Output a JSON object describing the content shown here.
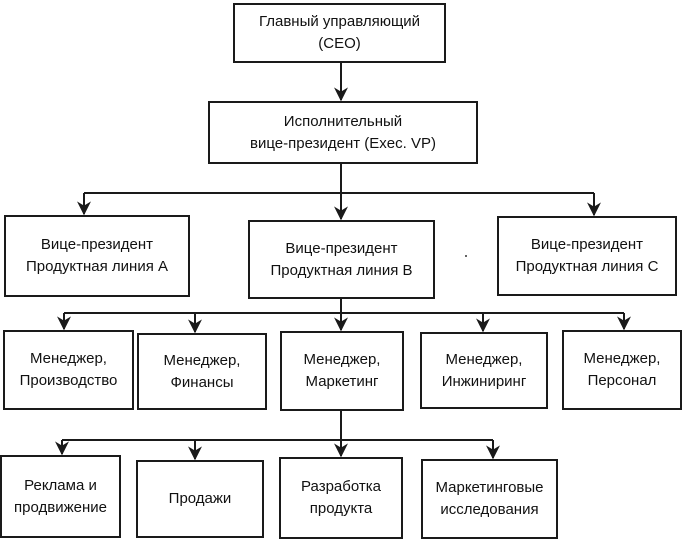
{
  "chart": {
    "ceo": {
      "line1": "Главный управляющий",
      "line2": "(СЕО)"
    },
    "evp": {
      "line1": "Исполнительный",
      "line2": "вице-президент (Exec. VP)"
    },
    "vice_presidents": [
      {
        "line1": "Вице-президент",
        "line2": "Продуктная линия А"
      },
      {
        "line1": "Вице-президент",
        "line2": "Продуктная линия В"
      },
      {
        "line1": "Вице-президент",
        "line2": "Продуктная линия С"
      }
    ],
    "managers": [
      {
        "line1": "Менеджер,",
        "line2": "Производство"
      },
      {
        "line1": "Менеджер,",
        "line2": "Финансы"
      },
      {
        "line1": "Менеджер,",
        "line2": "Маркетинг"
      },
      {
        "line1": "Менеджер,",
        "line2": "Инжиниринг"
      },
      {
        "line1": "Менеджер,",
        "line2": "Персонал"
      }
    ],
    "marketing_units": [
      {
        "line1": "Реклама и",
        "line2": "продвижение"
      },
      {
        "line1": "Продажи",
        "line2": ""
      },
      {
        "line1": "Разработка",
        "line2": "продукта"
      },
      {
        "line1": "Маркетинговые",
        "line2": "исследования"
      }
    ]
  }
}
